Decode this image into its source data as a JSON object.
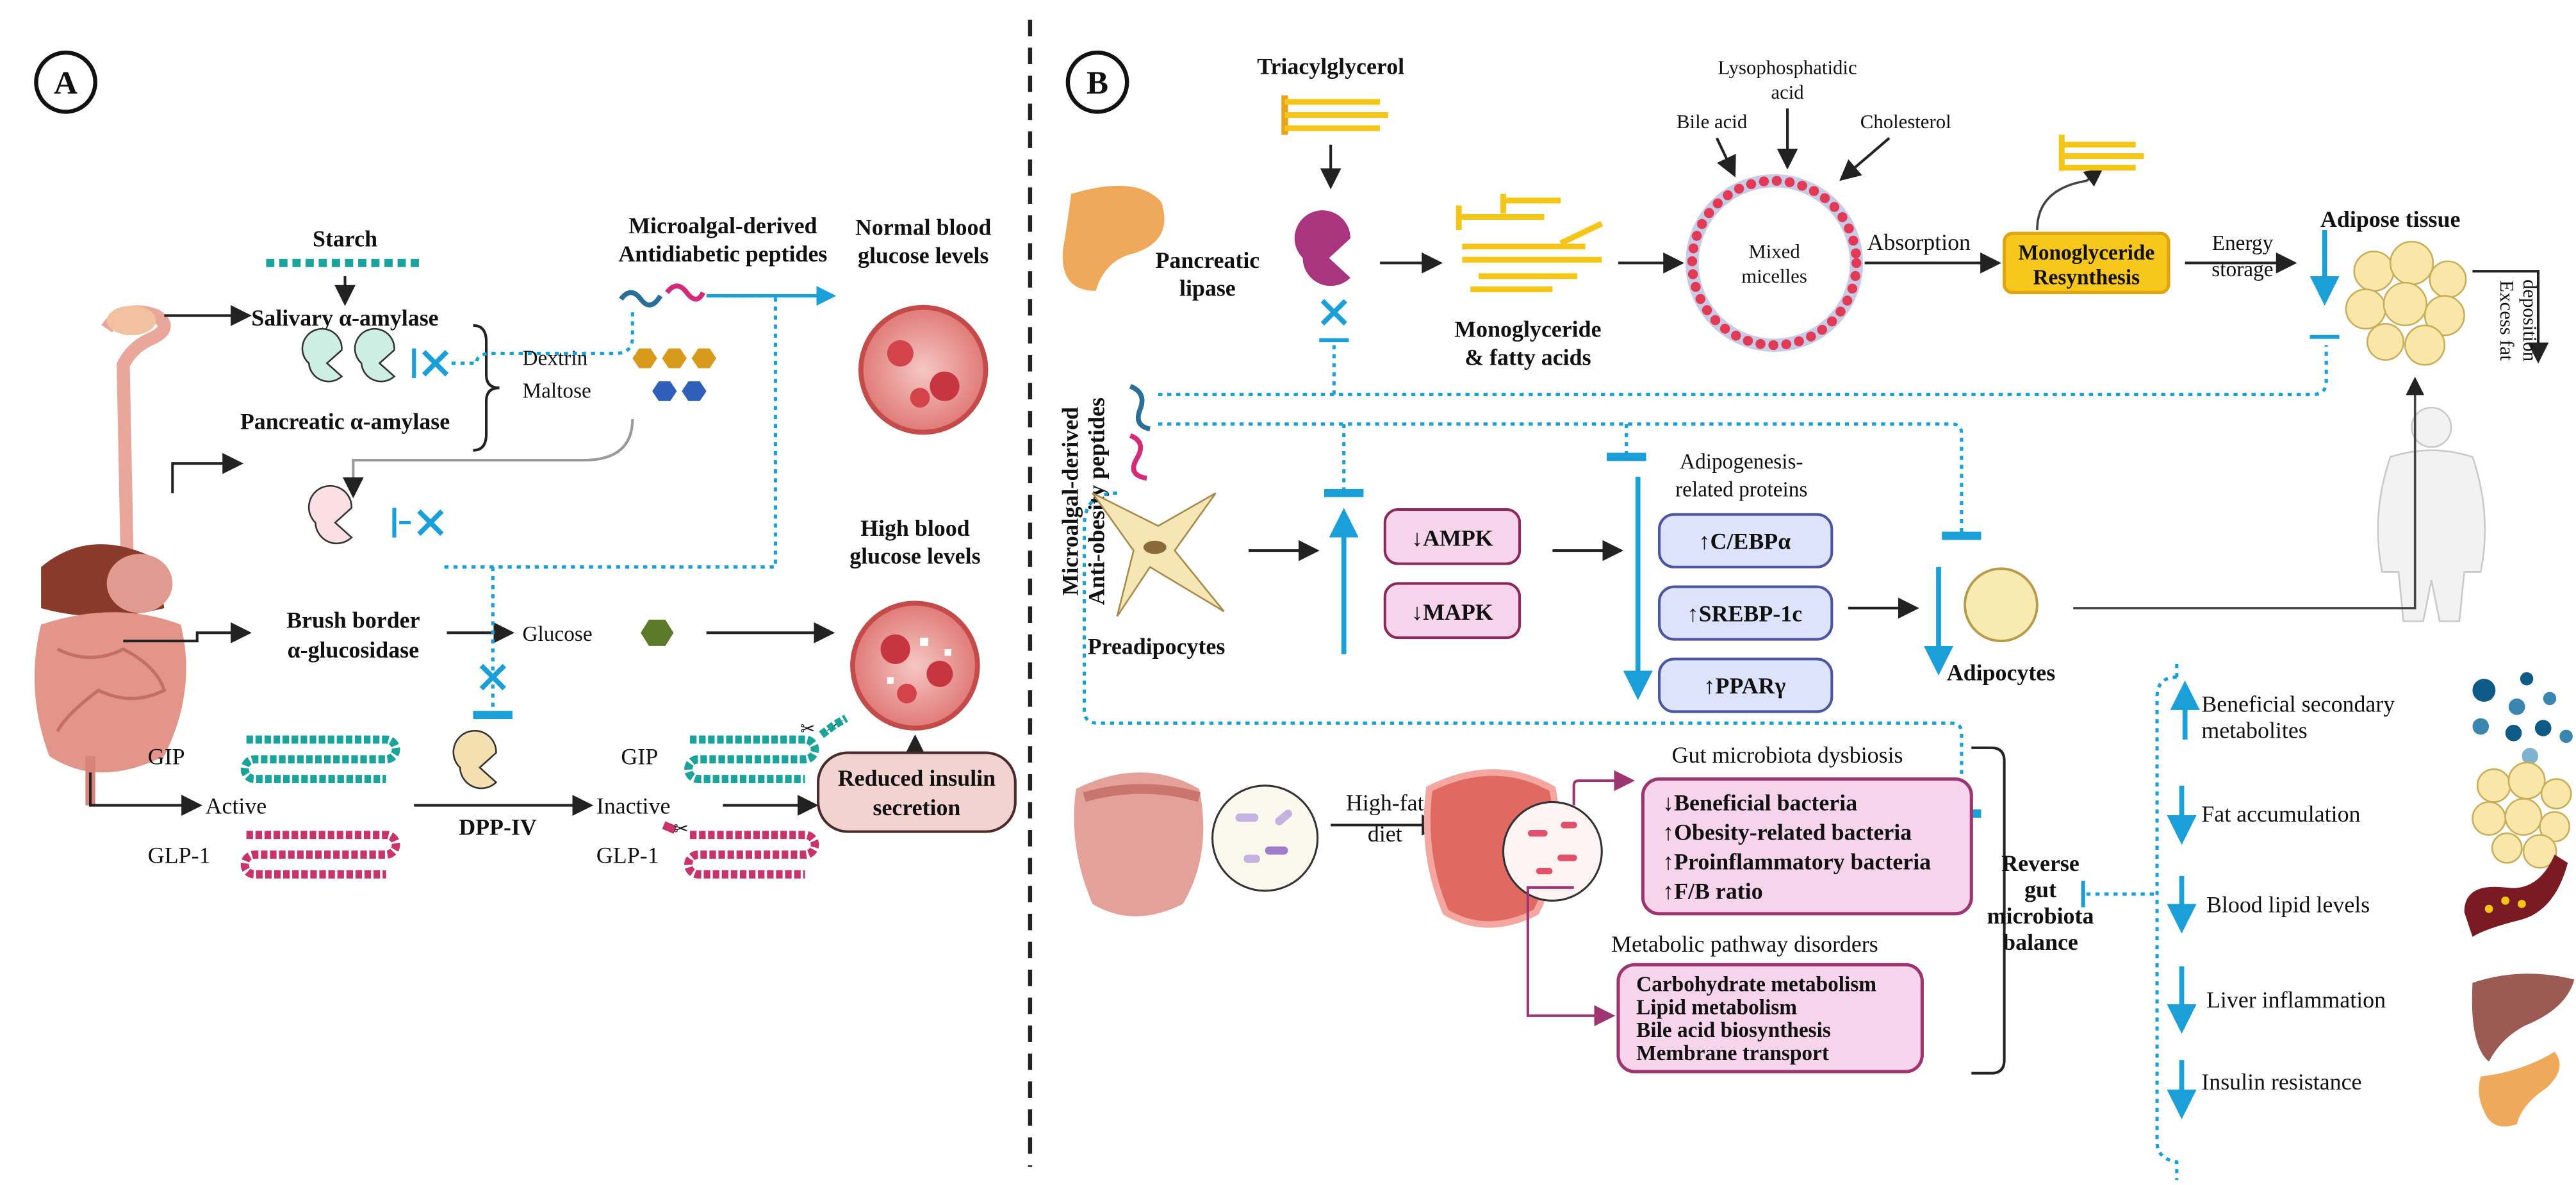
{
  "colors": {
    "inhibition_blue": "#1a9fd9",
    "pink_box": "#f6d5ec",
    "pink_border": "#9c3570",
    "protein_box": "#dde3fb",
    "protein_border": "#4b55a0",
    "resynthesis_box": "#f7c71c",
    "insulin_box": "#f3d3d0"
  },
  "panel_a": {
    "label": "A",
    "starch": "Starch",
    "salivary": "Salivary α-amylase",
    "pancreatic": "Pancreatic α-amylase",
    "dextrin": "Dextrin",
    "maltose": "Maltose",
    "brush_border_1": "Brush border",
    "brush_border_2": "α-glucosidase",
    "glucose": "Glucose",
    "peptides_1": "Microalgal-derived",
    "peptides_2": "Antidiabetic peptides",
    "normal_1": "Normal blood",
    "normal_2": "glucose levels",
    "high_1": "High blood",
    "high_2": "glucose levels",
    "reduced_1": "Reduced insulin",
    "reduced_2": "secretion",
    "gip_active": "GIP",
    "active": "Active",
    "glp1_active": "GLP-1",
    "dppiv": "DPP-IV",
    "gip_inactive": "GIP",
    "inactive": "Inactive",
    "glp1_inactive": "GLP-1"
  },
  "panel_b": {
    "label": "B",
    "triacylglycerol": "Triacylglycerol",
    "lipase_1": "Pancreatic",
    "lipase_2": "lipase",
    "mono_1": "Monoglyceride",
    "mono_2": "& fatty acids",
    "lyso_1": "Lysophosphatidic",
    "lyso_2": "acid",
    "bile_acid": "Bile acid",
    "cholesterol": "Cholesterol",
    "micelles_1": "Mixed",
    "micelles_2": "micelles",
    "absorption": "Absorption",
    "resynthesis_1": "Monoglyceride",
    "resynthesis_2": "Resynthesis",
    "energy_1": "Energy",
    "energy_2": "storage",
    "adipose": "Adipose tissue",
    "excess_1": "Excess fat",
    "excess_2": "deposition",
    "peptides_1": "Microalgal-derived",
    "peptides_2": "Anti-obesity peptides",
    "preadipocytes": "Preadipocytes",
    "ampk": "↓AMPK",
    "mapk": "↓MAPK",
    "adipo_1": "Adipogenesis-",
    "adipo_2": "related proteins",
    "proteins": [
      "↑C/EBPα",
      "↑SREBP-1c",
      "↑PPARγ"
    ],
    "adipocytes": "Adipocytes",
    "highfat_1": "High-fat",
    "highfat_2": "diet",
    "dysbiosis_title": "Gut microbiota dysbiosis",
    "dysbiosis_items": [
      "↓Beneficial bacteria",
      "↑Obesity-related bacteria",
      "↑Proinflammatory bacteria",
      "↑F/B ratio"
    ],
    "metabolic_title": "Metabolic pathway disorders",
    "metabolic_items": [
      "Carbohydrate metabolism",
      "Lipid metabolism",
      "Bile acid biosynthesis",
      "Membrane transport"
    ],
    "reverse": [
      "Reverse",
      "gut",
      "microbiota",
      "balance"
    ],
    "outcomes": [
      {
        "direction": "up",
        "label_1": "Beneficial secondary",
        "label_2": "metabolites",
        "icon": "metabolite-dots"
      },
      {
        "direction": "down",
        "label_1": "Fat accumulation",
        "icon": "fat-cells"
      },
      {
        "direction": "down",
        "label_1": "Blood lipid levels",
        "icon": "blood-vessel"
      },
      {
        "direction": "down",
        "label_1": "Liver inflammation",
        "icon": "liver"
      },
      {
        "direction": "down",
        "label_1": "Insulin resistance",
        "icon": "pancreas"
      }
    ]
  }
}
